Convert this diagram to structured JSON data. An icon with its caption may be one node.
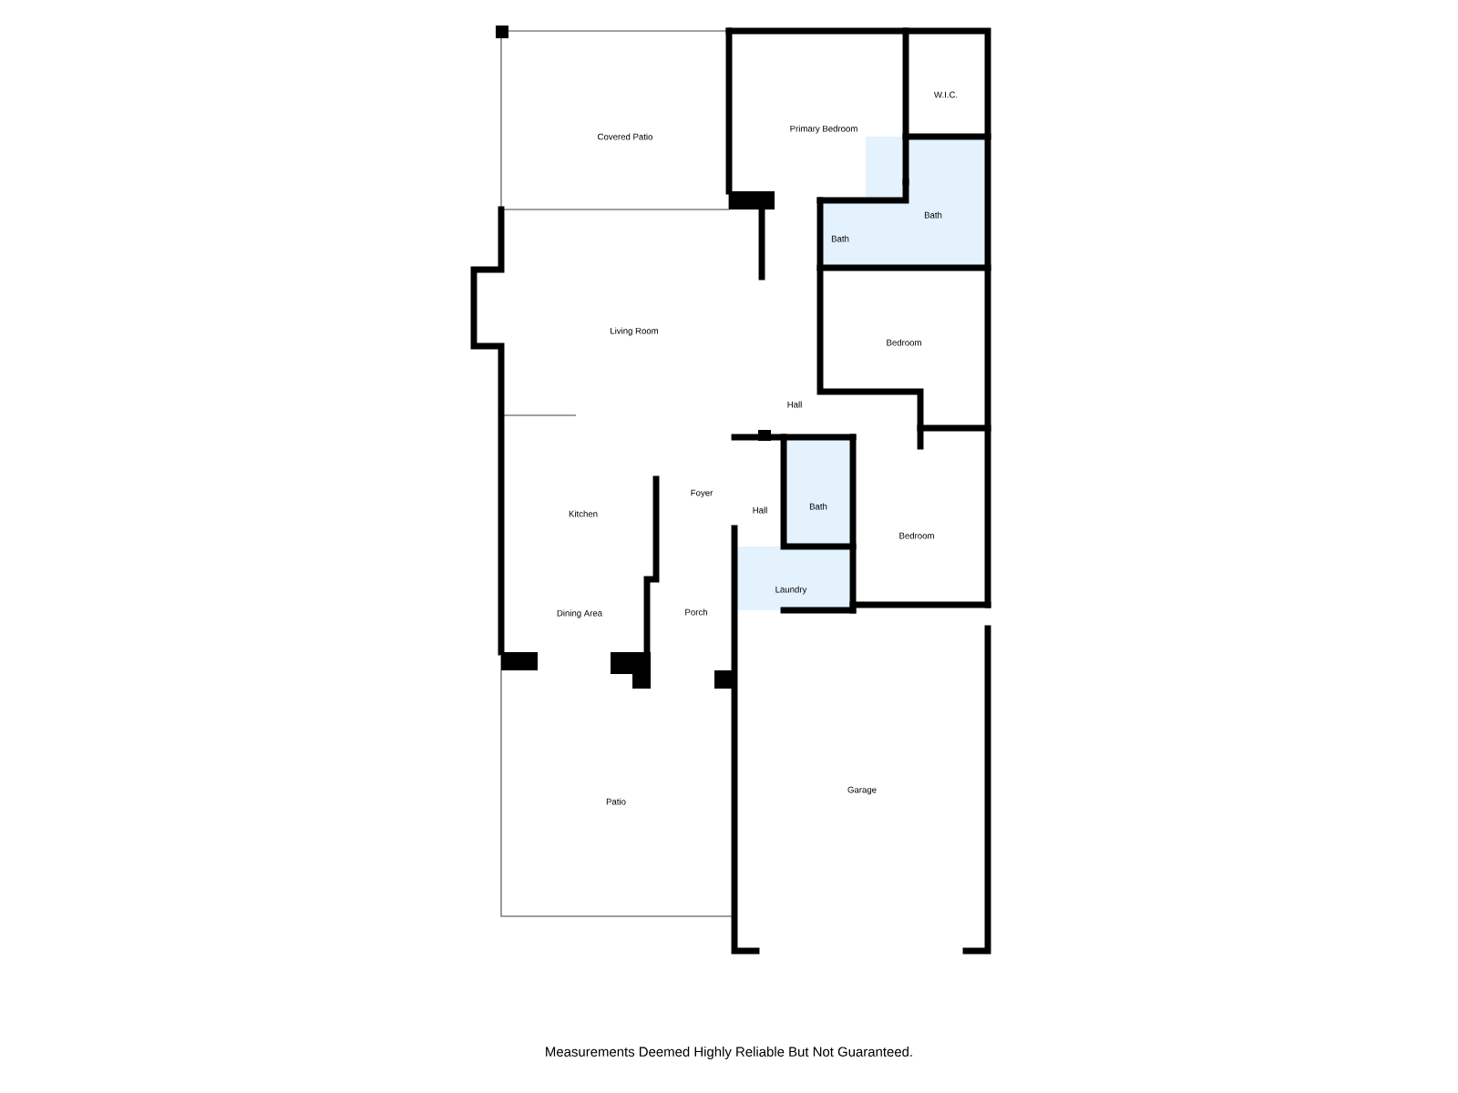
{
  "diagram": {
    "caption": "Measurements Deemed Highly Reliable But Not Guaranteed.",
    "labels": [
      "Covered Patio",
      "Primary Bedroom",
      "W.I.C.",
      "Bath",
      "Bath",
      "Living Room",
      "Bedroom",
      "Hall",
      "Foyer",
      "Hall",
      "Bath",
      "Kitchen",
      "Bedroom",
      "Laundry",
      "Dining Area",
      "Porch",
      "Patio",
      "Garage"
    ]
  }
}
